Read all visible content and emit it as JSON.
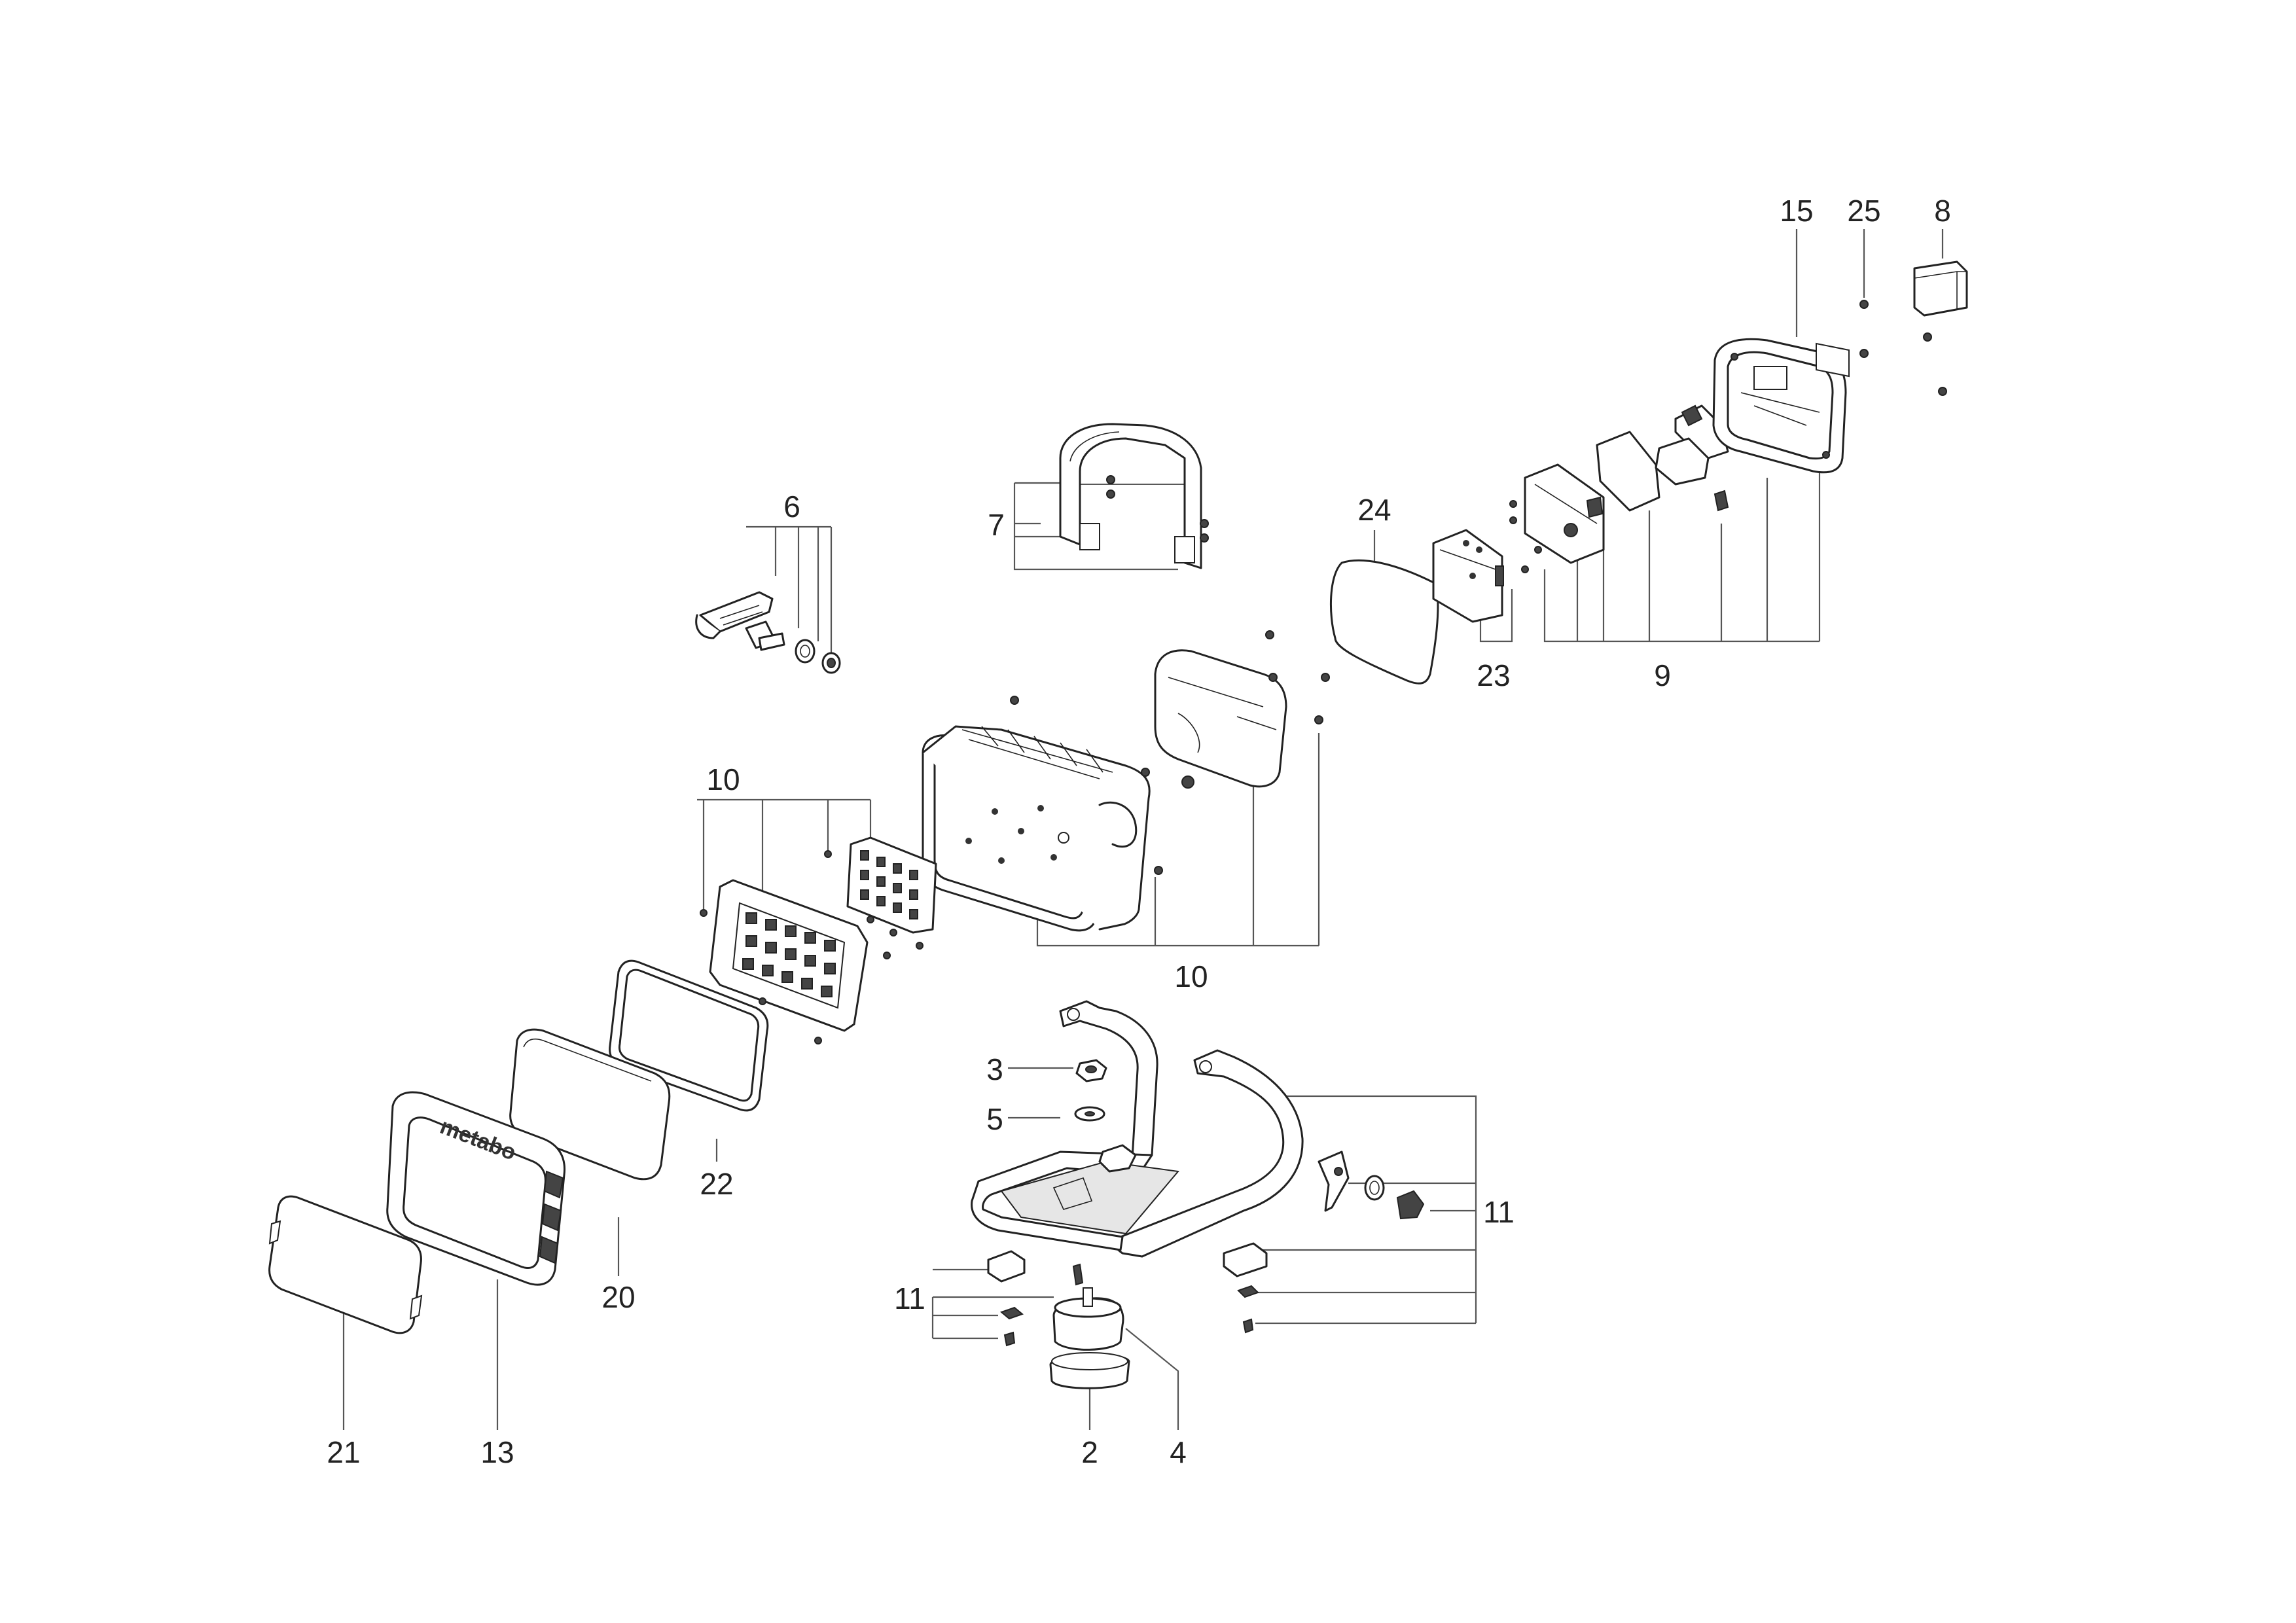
{
  "diagram": {
    "type": "exploded-parts-diagram",
    "part_numbers": [
      "2",
      "3",
      "4",
      "5",
      "6",
      "7",
      "8",
      "9",
      "10",
      "10",
      "11",
      "11",
      "11",
      "13",
      "15",
      "20",
      "21",
      "22",
      "23",
      "24",
      "25"
    ],
    "brand_mark": "metabo"
  }
}
